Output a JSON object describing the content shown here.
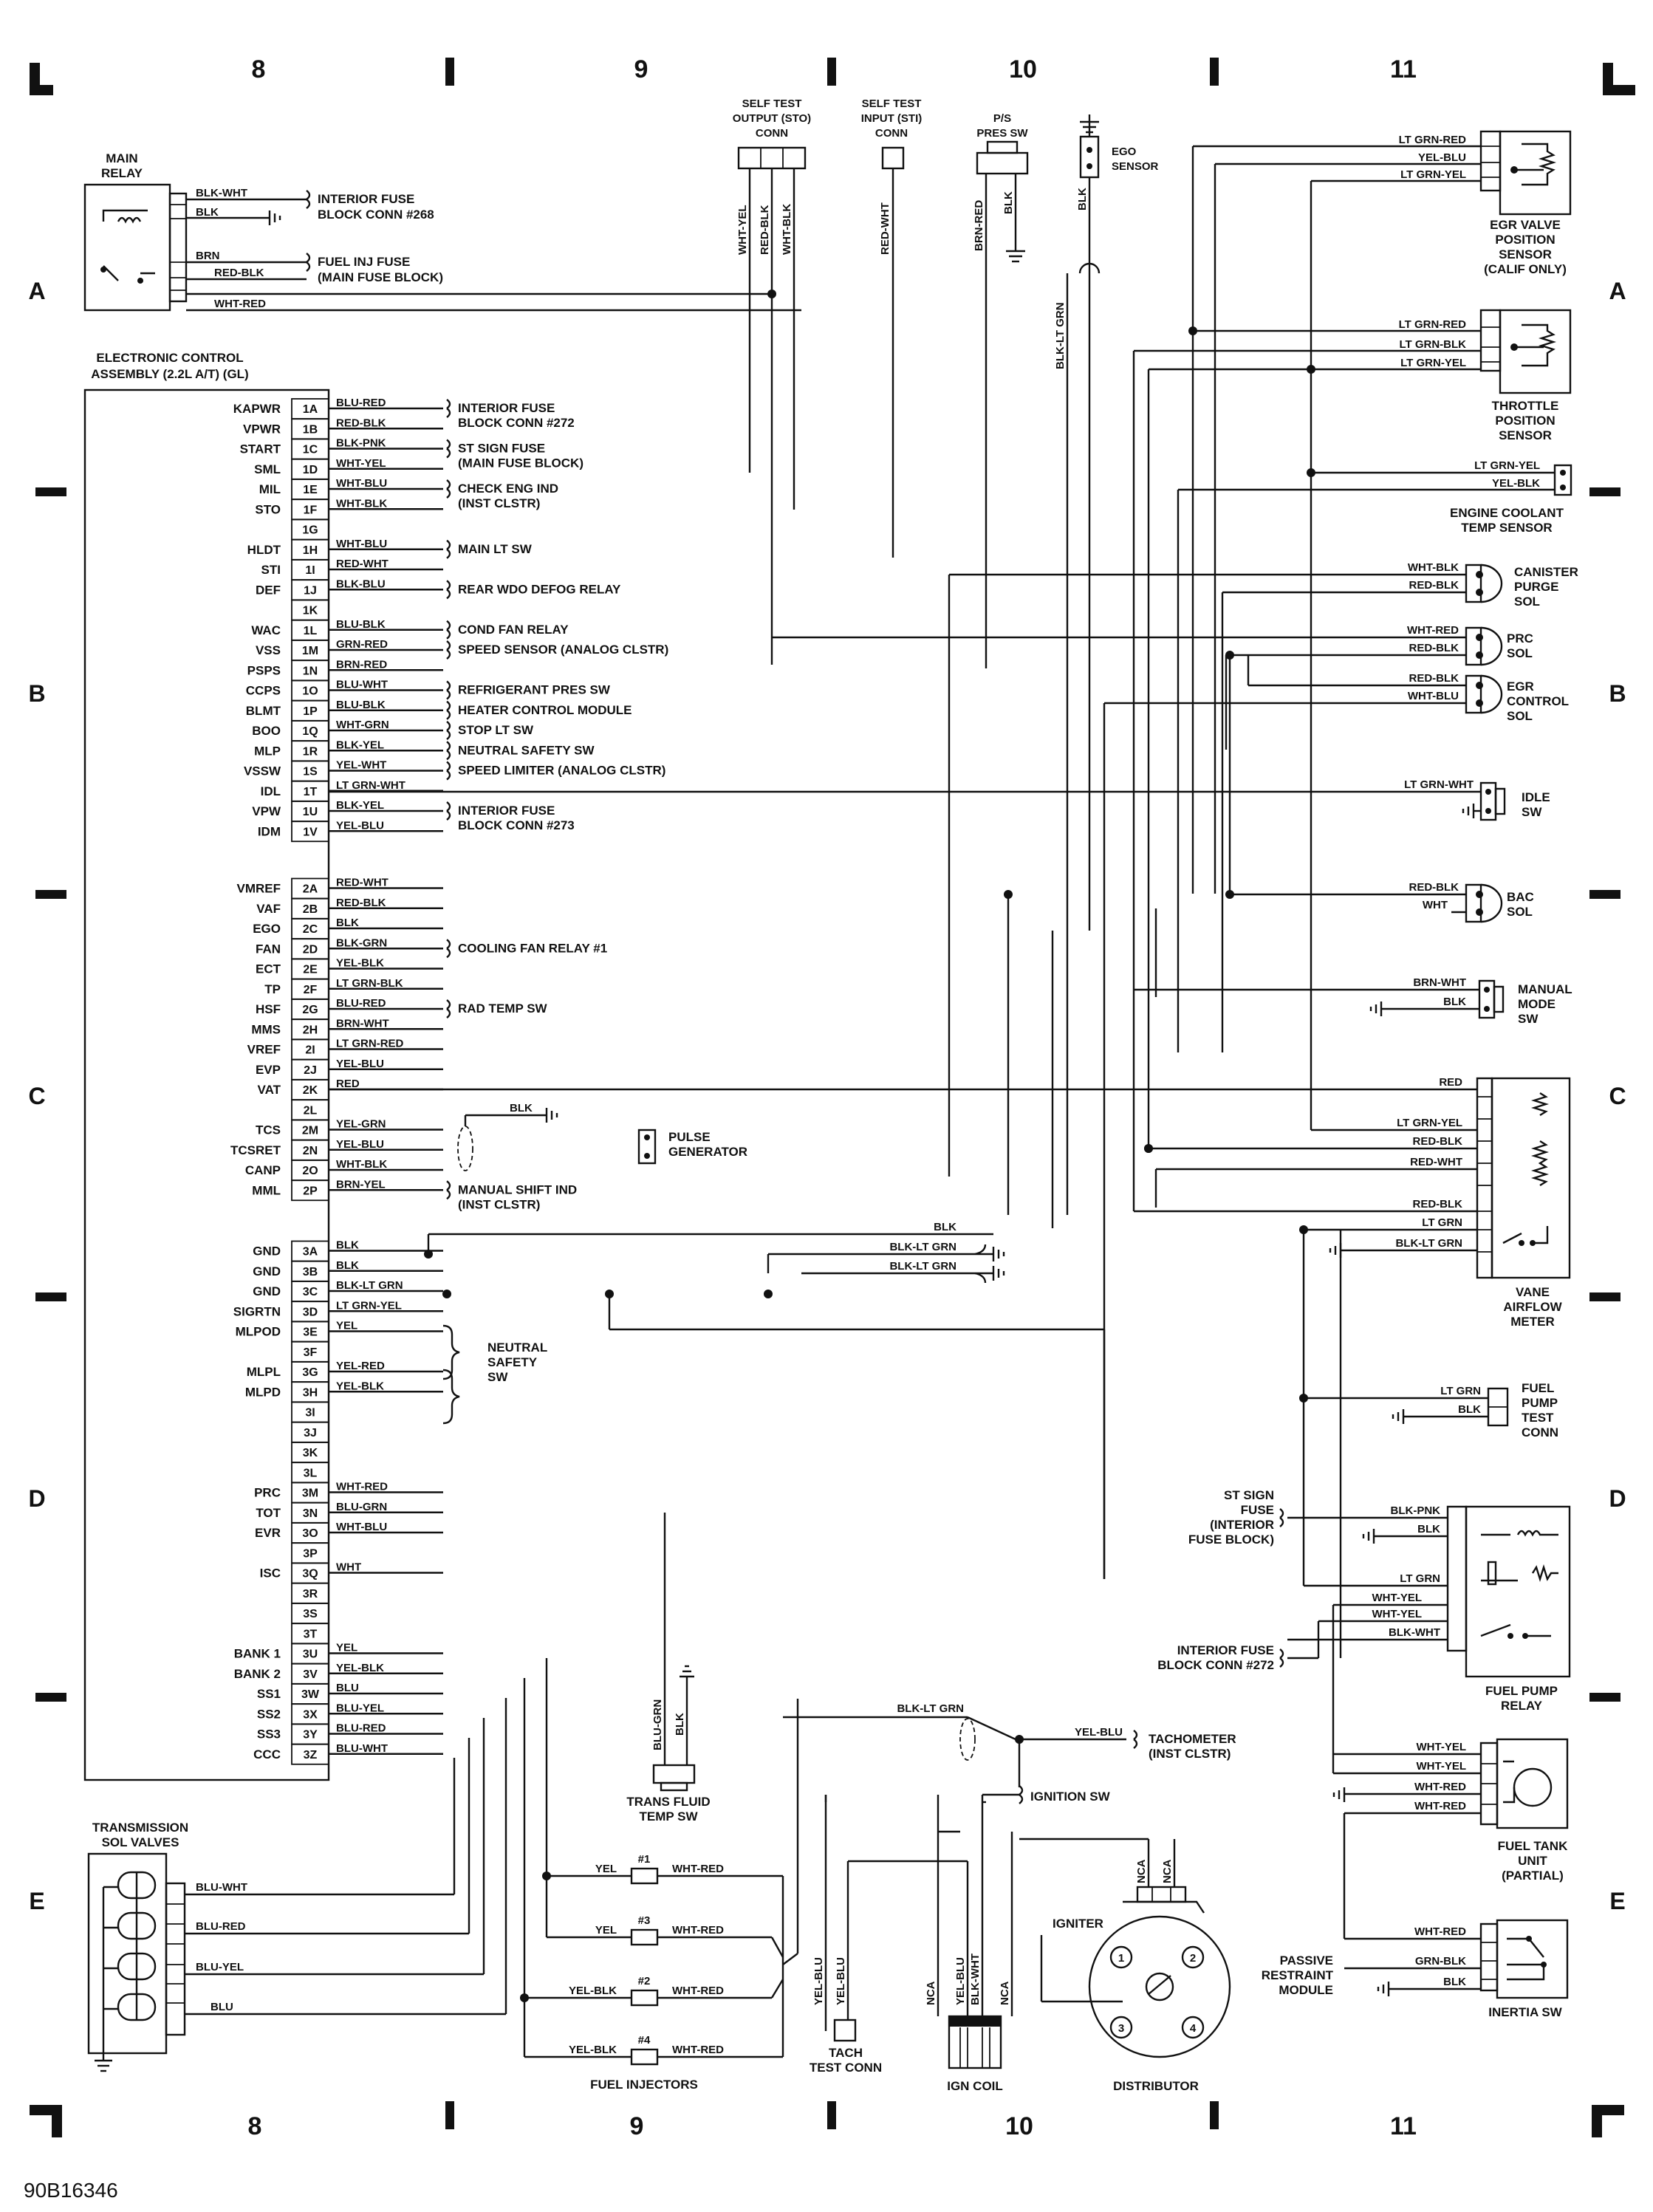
{
  "grid": {
    "columns": [
      "8",
      "9",
      "10",
      "11"
    ],
    "rows": [
      "A",
      "B",
      "C",
      "D",
      "E"
    ]
  },
  "doc_id": "90B16346",
  "ecu": {
    "title_line1": "ELECTRONIC CONTROL",
    "title_line2": "ASSEMBLY (2.2L A/T) (GL)",
    "pins": [
      {
        "pin": "1A",
        "sig": "KAPWR",
        "wire": "BLU-RED"
      },
      {
        "pin": "1B",
        "sig": "VPWR",
        "wire": "RED-BLK"
      },
      {
        "pin": "1C",
        "sig": "START",
        "wire": "BLK-PNK"
      },
      {
        "pin": "1D",
        "sig": "SML",
        "wire": "WHT-YEL"
      },
      {
        "pin": "1E",
        "sig": "MIL",
        "wire": "WHT-BLU"
      },
      {
        "pin": "1F",
        "sig": "STO",
        "wire": "WHT-BLK"
      },
      {
        "pin": "1G",
        "sig": "",
        "wire": ""
      },
      {
        "pin": "1H",
        "sig": "HLDT",
        "wire": "WHT-BLU"
      },
      {
        "pin": "1I",
        "sig": "STI",
        "wire": "RED-WHT"
      },
      {
        "pin": "1J",
        "sig": "DEF",
        "wire": "BLK-BLU"
      },
      {
        "pin": "1K",
        "sig": "",
        "wire": ""
      },
      {
        "pin": "1L",
        "sig": "WAC",
        "wire": "BLU-BLK"
      },
      {
        "pin": "1M",
        "sig": "VSS",
        "wire": "GRN-RED"
      },
      {
        "pin": "1N",
        "sig": "PSPS",
        "wire": "BRN-RED"
      },
      {
        "pin": "1O",
        "sig": "CCPS",
        "wire": "BLU-WHT"
      },
      {
        "pin": "1P",
        "sig": "BLMT",
        "wire": "BLU-BLK"
      },
      {
        "pin": "1Q",
        "sig": "BOO",
        "wire": "WHT-GRN"
      },
      {
        "pin": "1R",
        "sig": "MLP",
        "wire": "BLK-YEL"
      },
      {
        "pin": "1S",
        "sig": "VSSW",
        "wire": "YEL-WHT"
      },
      {
        "pin": "1T",
        "sig": "IDL",
        "wire": "LT GRN-WHT"
      },
      {
        "pin": "1U",
        "sig": "VPW",
        "wire": "BLK-YEL"
      },
      {
        "pin": "1V",
        "sig": "IDM",
        "wire": "YEL-BLU"
      },
      {
        "pin": "2A",
        "sig": "VMREF",
        "wire": "RED-WHT"
      },
      {
        "pin": "2B",
        "sig": "VAF",
        "wire": "RED-BLK"
      },
      {
        "pin": "2C",
        "sig": "EGO",
        "wire": "BLK"
      },
      {
        "pin": "2D",
        "sig": "FAN",
        "wire": "BLK-GRN"
      },
      {
        "pin": "2E",
        "sig": "ECT",
        "wire": "YEL-BLK"
      },
      {
        "pin": "2F",
        "sig": "TP",
        "wire": "LT GRN-BLK"
      },
      {
        "pin": "2G",
        "sig": "HSF",
        "wire": "BLU-RED"
      },
      {
        "pin": "2H",
        "sig": "MMS",
        "wire": "BRN-WHT"
      },
      {
        "pin": "2I",
        "sig": "VREF",
        "wire": "LT GRN-RED"
      },
      {
        "pin": "2J",
        "sig": "EVP",
        "wire": "YEL-BLU"
      },
      {
        "pin": "2K",
        "sig": "VAT",
        "wire": "RED"
      },
      {
        "pin": "2L",
        "sig": "",
        "wire": ""
      },
      {
        "pin": "2M",
        "sig": "TCS",
        "wire": "YEL-GRN"
      },
      {
        "pin": "2N",
        "sig": "TCSRET",
        "wire": "YEL-BLU"
      },
      {
        "pin": "2O",
        "sig": "CANP",
        "wire": "WHT-BLK"
      },
      {
        "pin": "2P",
        "sig": "MML",
        "wire": "BRN-YEL"
      },
      {
        "pin": "3A",
        "sig": "GND",
        "wire": "BLK"
      },
      {
        "pin": "3B",
        "sig": "GND",
        "wire": "BLK"
      },
      {
        "pin": "3C",
        "sig": "GND",
        "wire": "BLK-LT GRN"
      },
      {
        "pin": "3D",
        "sig": "SIGRTN",
        "wire": "LT GRN-YEL"
      },
      {
        "pin": "3E",
        "sig": "MLPOD",
        "wire": "YEL"
      },
      {
        "pin": "3F",
        "sig": "",
        "wire": ""
      },
      {
        "pin": "3G",
        "sig": "MLPL",
        "wire": "YEL-RED"
      },
      {
        "pin": "3H",
        "sig": "MLPD",
        "wire": "YEL-BLK"
      },
      {
        "pin": "3I",
        "sig": "",
        "wire": ""
      },
      {
        "pin": "3J",
        "sig": "",
        "wire": ""
      },
      {
        "pin": "3K",
        "sig": "",
        "wire": ""
      },
      {
        "pin": "3L",
        "sig": "",
        "wire": ""
      },
      {
        "pin": "3M",
        "sig": "PRC",
        "wire": "WHT-RED"
      },
      {
        "pin": "3N",
        "sig": "TOT",
        "wire": "BLU-GRN"
      },
      {
        "pin": "3O",
        "sig": "EVR",
        "wire": "WHT-BLU"
      },
      {
        "pin": "3P",
        "sig": "",
        "wire": ""
      },
      {
        "pin": "3Q",
        "sig": "ISC",
        "wire": "WHT"
      },
      {
        "pin": "3R",
        "sig": "",
        "wire": ""
      },
      {
        "pin": "3S",
        "sig": "",
        "wire": ""
      },
      {
        "pin": "3T",
        "sig": "",
        "wire": ""
      },
      {
        "pin": "3U",
        "sig": "BANK 1",
        "wire": "YEL"
      },
      {
        "pin": "3V",
        "sig": "BANK 2",
        "wire": "YEL-BLK"
      },
      {
        "pin": "3W",
        "sig": "SS1",
        "wire": "BLU"
      },
      {
        "pin": "3X",
        "sig": "SS2",
        "wire": "BLU-YEL"
      },
      {
        "pin": "3Y",
        "sig": "SS3",
        "wire": "BLU-RED"
      },
      {
        "pin": "3Z",
        "sig": "CCC",
        "wire": "BLU-WHT"
      }
    ],
    "destinations": {
      "1A": [
        "INTERIOR FUSE",
        "BLOCK CONN #272"
      ],
      "1C": [
        "ST SIGN FUSE",
        "(MAIN FUSE BLOCK)"
      ],
      "1E": [
        "CHECK ENG IND",
        "(INST CLSTR)"
      ],
      "1H": [
        "MAIN LT SW"
      ],
      "1J": [
        "REAR WDO DEFOG RELAY"
      ],
      "1L": [
        "COND FAN RELAY"
      ],
      "1M": [
        "SPEED SENSOR (ANALOG CLSTR)"
      ],
      "1O": [
        "REFRIGERANT PRES SW"
      ],
      "1P": [
        "HEATER CONTROL MODULE"
      ],
      "1Q": [
        "STOP LT SW"
      ],
      "1R": [
        "NEUTRAL SAFETY SW"
      ],
      "1S": [
        "SPEED LIMITER (ANALOG CLSTR)"
      ],
      "1U": [
        "INTERIOR FUSE",
        "BLOCK CONN #273"
      ],
      "2D": [
        "COOLING FAN RELAY #1"
      ],
      "2G": [
        "RAD TEMP SW"
      ],
      "2P": [
        "MANUAL SHIFT IND",
        "(INST CLSTR)"
      ]
    }
  },
  "main_relay": {
    "title": [
      "MAIN",
      "RELAY"
    ],
    "wires": [
      "BLK-WHT",
      "BLK",
      "BRN",
      "RED-BLK",
      "WHT-RED"
    ],
    "dest1": [
      "INTERIOR FUSE",
      "BLOCK CONN #268"
    ],
    "dest2": [
      "FUEL INJ FUSE",
      "(MAIN FUSE BLOCK)"
    ]
  },
  "top_connectors": {
    "sto": {
      "title": [
        "SELF TEST",
        "OUTPUT (STO)",
        "CONN"
      ],
      "wires": [
        "WHT-YEL",
        "RED-BLK",
        "WHT-BLK"
      ]
    },
    "sti": {
      "title": [
        "SELF TEST",
        "INPUT (STI)",
        "CONN"
      ],
      "wires": [
        "RED-WHT"
      ]
    },
    "ps": {
      "title": [
        "P/S",
        "PRES SW"
      ],
      "wires": [
        "BRN-RED",
        "BLK"
      ]
    },
    "ego": {
      "title": [
        "EGO",
        "SENSOR"
      ],
      "wires": [
        "BLK",
        "BLK-LT GRN"
      ]
    }
  },
  "right_components": {
    "egr_valve": {
      "title": [
        "EGR VALVE",
        "POSITION",
        "SENSOR",
        "(CALIF ONLY)"
      ],
      "wires": [
        "LT GRN-RED",
        "YEL-BLU",
        "LT GRN-YEL"
      ]
    },
    "throttle": {
      "title": [
        "THROTTLE",
        "POSITION",
        "SENSOR"
      ],
      "wires": [
        "LT GRN-RED",
        "LT GRN-BLK",
        "LT GRN-YEL"
      ]
    },
    "coolant": {
      "title": [
        "ENGINE COOLANT",
        "TEMP SENSOR"
      ],
      "wires": [
        "LT GRN-YEL",
        "YEL-BLK"
      ]
    },
    "canister": {
      "title": [
        "CANISTER",
        "PURGE",
        "SOL"
      ],
      "wires": [
        "WHT-BLK",
        "RED-BLK"
      ]
    },
    "prc": {
      "title": [
        "PRC",
        "SOL"
      ],
      "wires": [
        "WHT-RED",
        "RED-BLK"
      ]
    },
    "egr_control": {
      "title": [
        "EGR",
        "CONTROL",
        "SOL"
      ],
      "wires": [
        "RED-BLK",
        "WHT-BLU"
      ]
    },
    "idle": {
      "title": [
        "IDLE",
        "SW"
      ],
      "wires": [
        "LT GRN-WHT"
      ]
    },
    "bac": {
      "title": [
        "BAC",
        "SOL"
      ],
      "wires": [
        "RED-BLK",
        "WHT"
      ]
    },
    "manual_mode": {
      "title": [
        "MANUAL",
        "MODE",
        "SW"
      ],
      "wires": [
        "BRN-WHT",
        "BLK"
      ]
    },
    "vane": {
      "title": [
        "VANE",
        "AIRFLOW",
        "METER"
      ],
      "wires": [
        "RED",
        "LT GRN-YEL",
        "RED-BLK",
        "RED-WHT",
        "RED-BLK",
        "LT GRN",
        "BLK-LT GRN"
      ]
    },
    "fuel_test": {
      "title": [
        "FUEL",
        "PUMP",
        "TEST",
        "CONN"
      ],
      "wires": [
        "LT GRN",
        "BLK"
      ]
    },
    "st_sign": {
      "title": [
        "ST SIGN",
        "FUSE",
        "(INTERIOR",
        "FUSE BLOCK)"
      ]
    },
    "fuel_pump_relay": {
      "title": [
        "FUEL PUMP",
        "RELAY"
      ],
      "wires": [
        "BLK-PNK",
        "BLK",
        "LT GRN",
        "WHT-YEL",
        "WHT-YEL",
        "BLK-WHT"
      ]
    },
    "int_fuse_272": {
      "title": [
        "INTERIOR FUSE",
        "BLOCK CONN #272"
      ]
    },
    "fuel_tank": {
      "title": [
        "FUEL TANK",
        "UNIT",
        "(PARTIAL)"
      ],
      "wires": [
        "WHT-YEL",
        "WHT-YEL",
        "WHT-RED",
        "WHT-RED"
      ]
    },
    "passive": {
      "title": [
        "PASSIVE",
        "RESTRAINT",
        "MODULE"
      ]
    },
    "inertia": {
      "title": [
        "INERTIA SW"
      ],
      "wires": [
        "WHT-RED",
        "GRN-BLK",
        "BLK"
      ]
    }
  },
  "middle": {
    "pulse_gen": {
      "title": [
        "PULSE",
        "GENERATOR"
      ],
      "gnd_wire": "BLK"
    },
    "neutral": {
      "title": [
        "NEUTRAL",
        "SAFETY",
        "SW"
      ]
    },
    "gnd_wires": [
      "BLK",
      "BLK-LT GRN",
      "BLK-LT GRN"
    ],
    "trans_temp": {
      "title": [
        "TRANS FLUID",
        "TEMP SW"
      ],
      "wires": [
        "BLU-GRN",
        "BLK"
      ]
    },
    "tach_wire": "BLK-LT GRN",
    "tachometer": {
      "wire": "YEL-BLU",
      "title": [
        "TACHOMETER",
        "(INST CLSTR)"
      ]
    },
    "tach_conn": {
      "title": [
        "TACH",
        "TEST CONN"
      ],
      "wires": [
        "YEL-BLU",
        "YEL-BLU"
      ]
    },
    "ignition_sw": "IGNITION SW",
    "ign_coil": {
      "title": "IGN COIL",
      "wires": [
        "NCA",
        "YEL-BLU",
        "BLK-WHT",
        "NCA"
      ]
    },
    "igniter": "IGNITER",
    "distributor": {
      "title": "DISTRIBUTOR",
      "wires": [
        "NCA",
        "NCA"
      ],
      "terminals": [
        "1",
        "2",
        "3",
        "4"
      ]
    }
  },
  "transmission": {
    "title": [
      "TRANSMISSION",
      "SOL VALVES"
    ],
    "wires": [
      "BLU-WHT",
      "BLU-RED",
      "BLU-YEL",
      "BLU"
    ]
  },
  "injectors": {
    "title": "FUEL INJECTORS",
    "items": [
      {
        "num": "#1",
        "left": "YEL",
        "right": "WHT-RED"
      },
      {
        "num": "#3",
        "left": "YEL",
        "right": "WHT-RED"
      },
      {
        "num": "#2",
        "left": "YEL-BLK",
        "right": "WHT-RED"
      },
      {
        "num": "#4",
        "left": "YEL-BLK",
        "right": "WHT-RED"
      }
    ]
  }
}
